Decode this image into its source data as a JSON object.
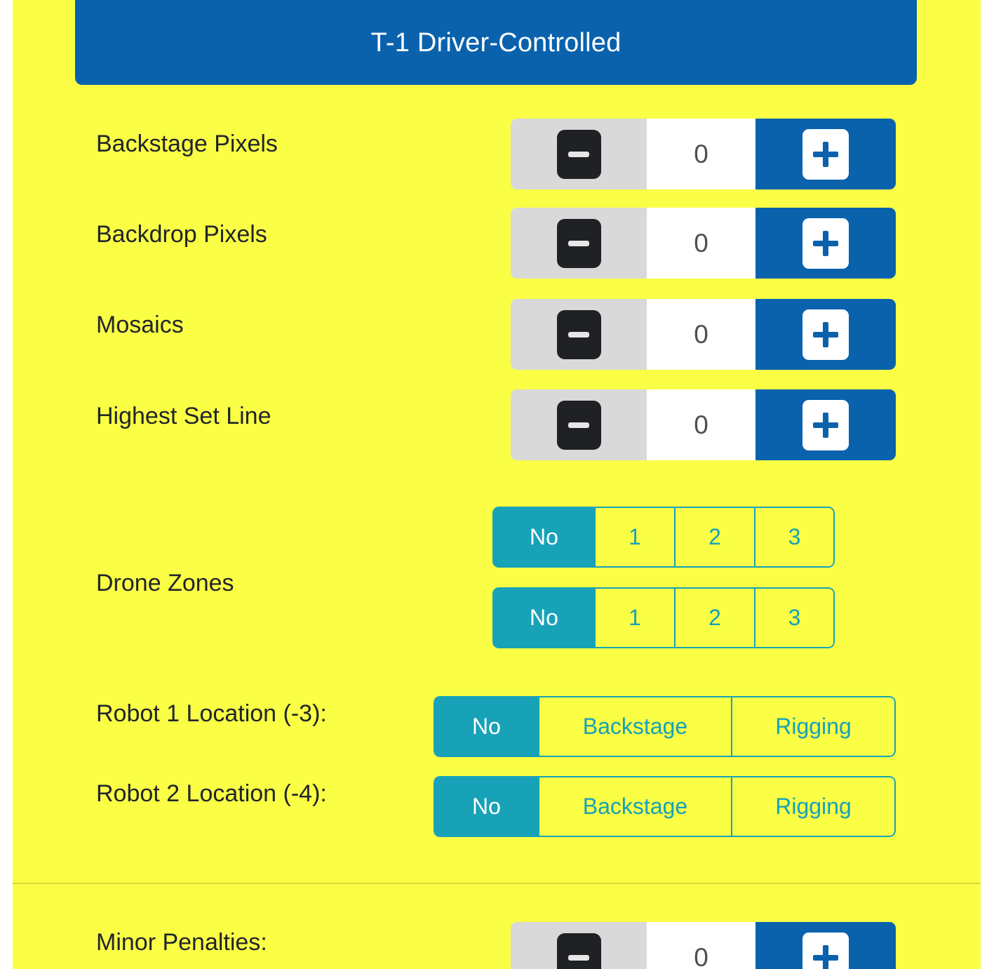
{
  "header": {
    "title": "T-1 Driver-Controlled",
    "background_color": "#0a62ad",
    "text_color": "#ffffff"
  },
  "theme": {
    "card_background": "#faff46",
    "accent_blue": "#0a62ad",
    "accent_teal": "#17a2b8",
    "minus_button": "#1f2124",
    "minus_track": "#d9d9d9",
    "label_text": "#212529",
    "value_text": "#495057"
  },
  "steppers": [
    {
      "label": "Backstage Pixels",
      "value": "0",
      "minus_icon": "minus-icon",
      "plus_icon": "plus-icon"
    },
    {
      "label": "Backdrop Pixels",
      "value": "0",
      "minus_icon": "minus-icon",
      "plus_icon": "plus-icon"
    },
    {
      "label": "Mosaics",
      "value": "0",
      "minus_icon": "minus-icon",
      "plus_icon": "plus-icon"
    },
    {
      "label": "Highest Set Line",
      "value": "0",
      "minus_icon": "minus-icon",
      "plus_icon": "plus-icon"
    }
  ],
  "drone_zones": {
    "label": "Drone Zones",
    "rows": [
      {
        "options": [
          "No",
          "1",
          "2",
          "3"
        ],
        "selected": "No"
      },
      {
        "options": [
          "No",
          "1",
          "2",
          "3"
        ],
        "selected": "No"
      }
    ]
  },
  "robot_locations": [
    {
      "label": "Robot 1 Location (-3):",
      "options": [
        "No",
        "Backstage",
        "Rigging"
      ],
      "selected": "No"
    },
    {
      "label": "Robot 2 Location (-4):",
      "options": [
        "No",
        "Backstage",
        "Rigging"
      ],
      "selected": "No"
    }
  ],
  "penalties": {
    "label": "Minor Penalties:",
    "value": "0",
    "minus_icon": "minus-icon",
    "plus_icon": "plus-icon"
  }
}
